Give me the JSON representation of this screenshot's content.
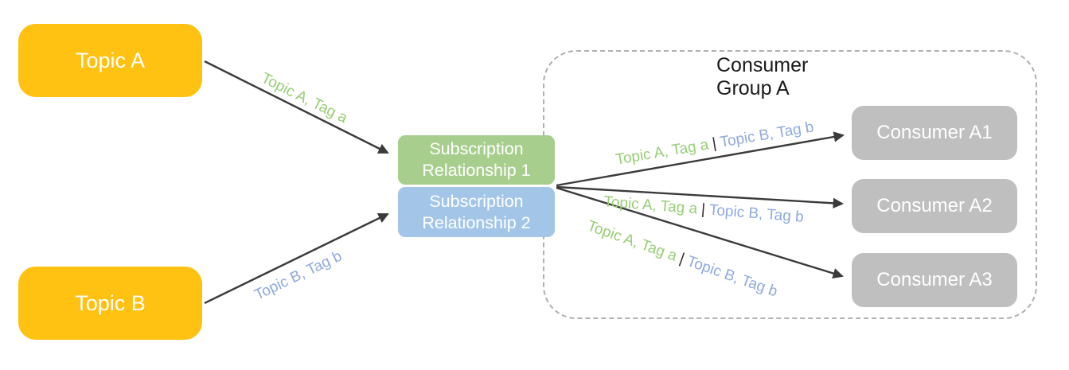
{
  "diagram": {
    "topics": [
      {
        "label": "Topic A"
      },
      {
        "label": "Topic B"
      }
    ],
    "subscriptions": [
      {
        "line1": "Subscription",
        "line2": "Relationship 1"
      },
      {
        "line1": "Subscription",
        "line2": "Relationship 2"
      }
    ],
    "consumer_group": {
      "title_line1": "Consumer",
      "title_line2": "Group A",
      "consumers": [
        {
          "label": "Consumer A1"
        },
        {
          "label": "Consumer A2"
        },
        {
          "label": "Consumer A3"
        }
      ]
    },
    "edge_labels": {
      "topic_a_tag": "Topic A, Tag a",
      "topic_b_tag": "Topic B, Tag b",
      "separator": "|"
    },
    "colors": {
      "topic_fill": "#FFC112",
      "subscription1_fill": "#A8CE8D",
      "subscription2_fill": "#A3C6E8",
      "consumer_fill": "#BFBFBF",
      "consumer_group_border": "#B0B0B0",
      "arrow": "#3B3B3B",
      "edge_label_green": "#97CE76",
      "edge_label_blue": "#8FAADC",
      "box_text": "#FFFFFF",
      "title_text": "#1A1A1A"
    }
  }
}
